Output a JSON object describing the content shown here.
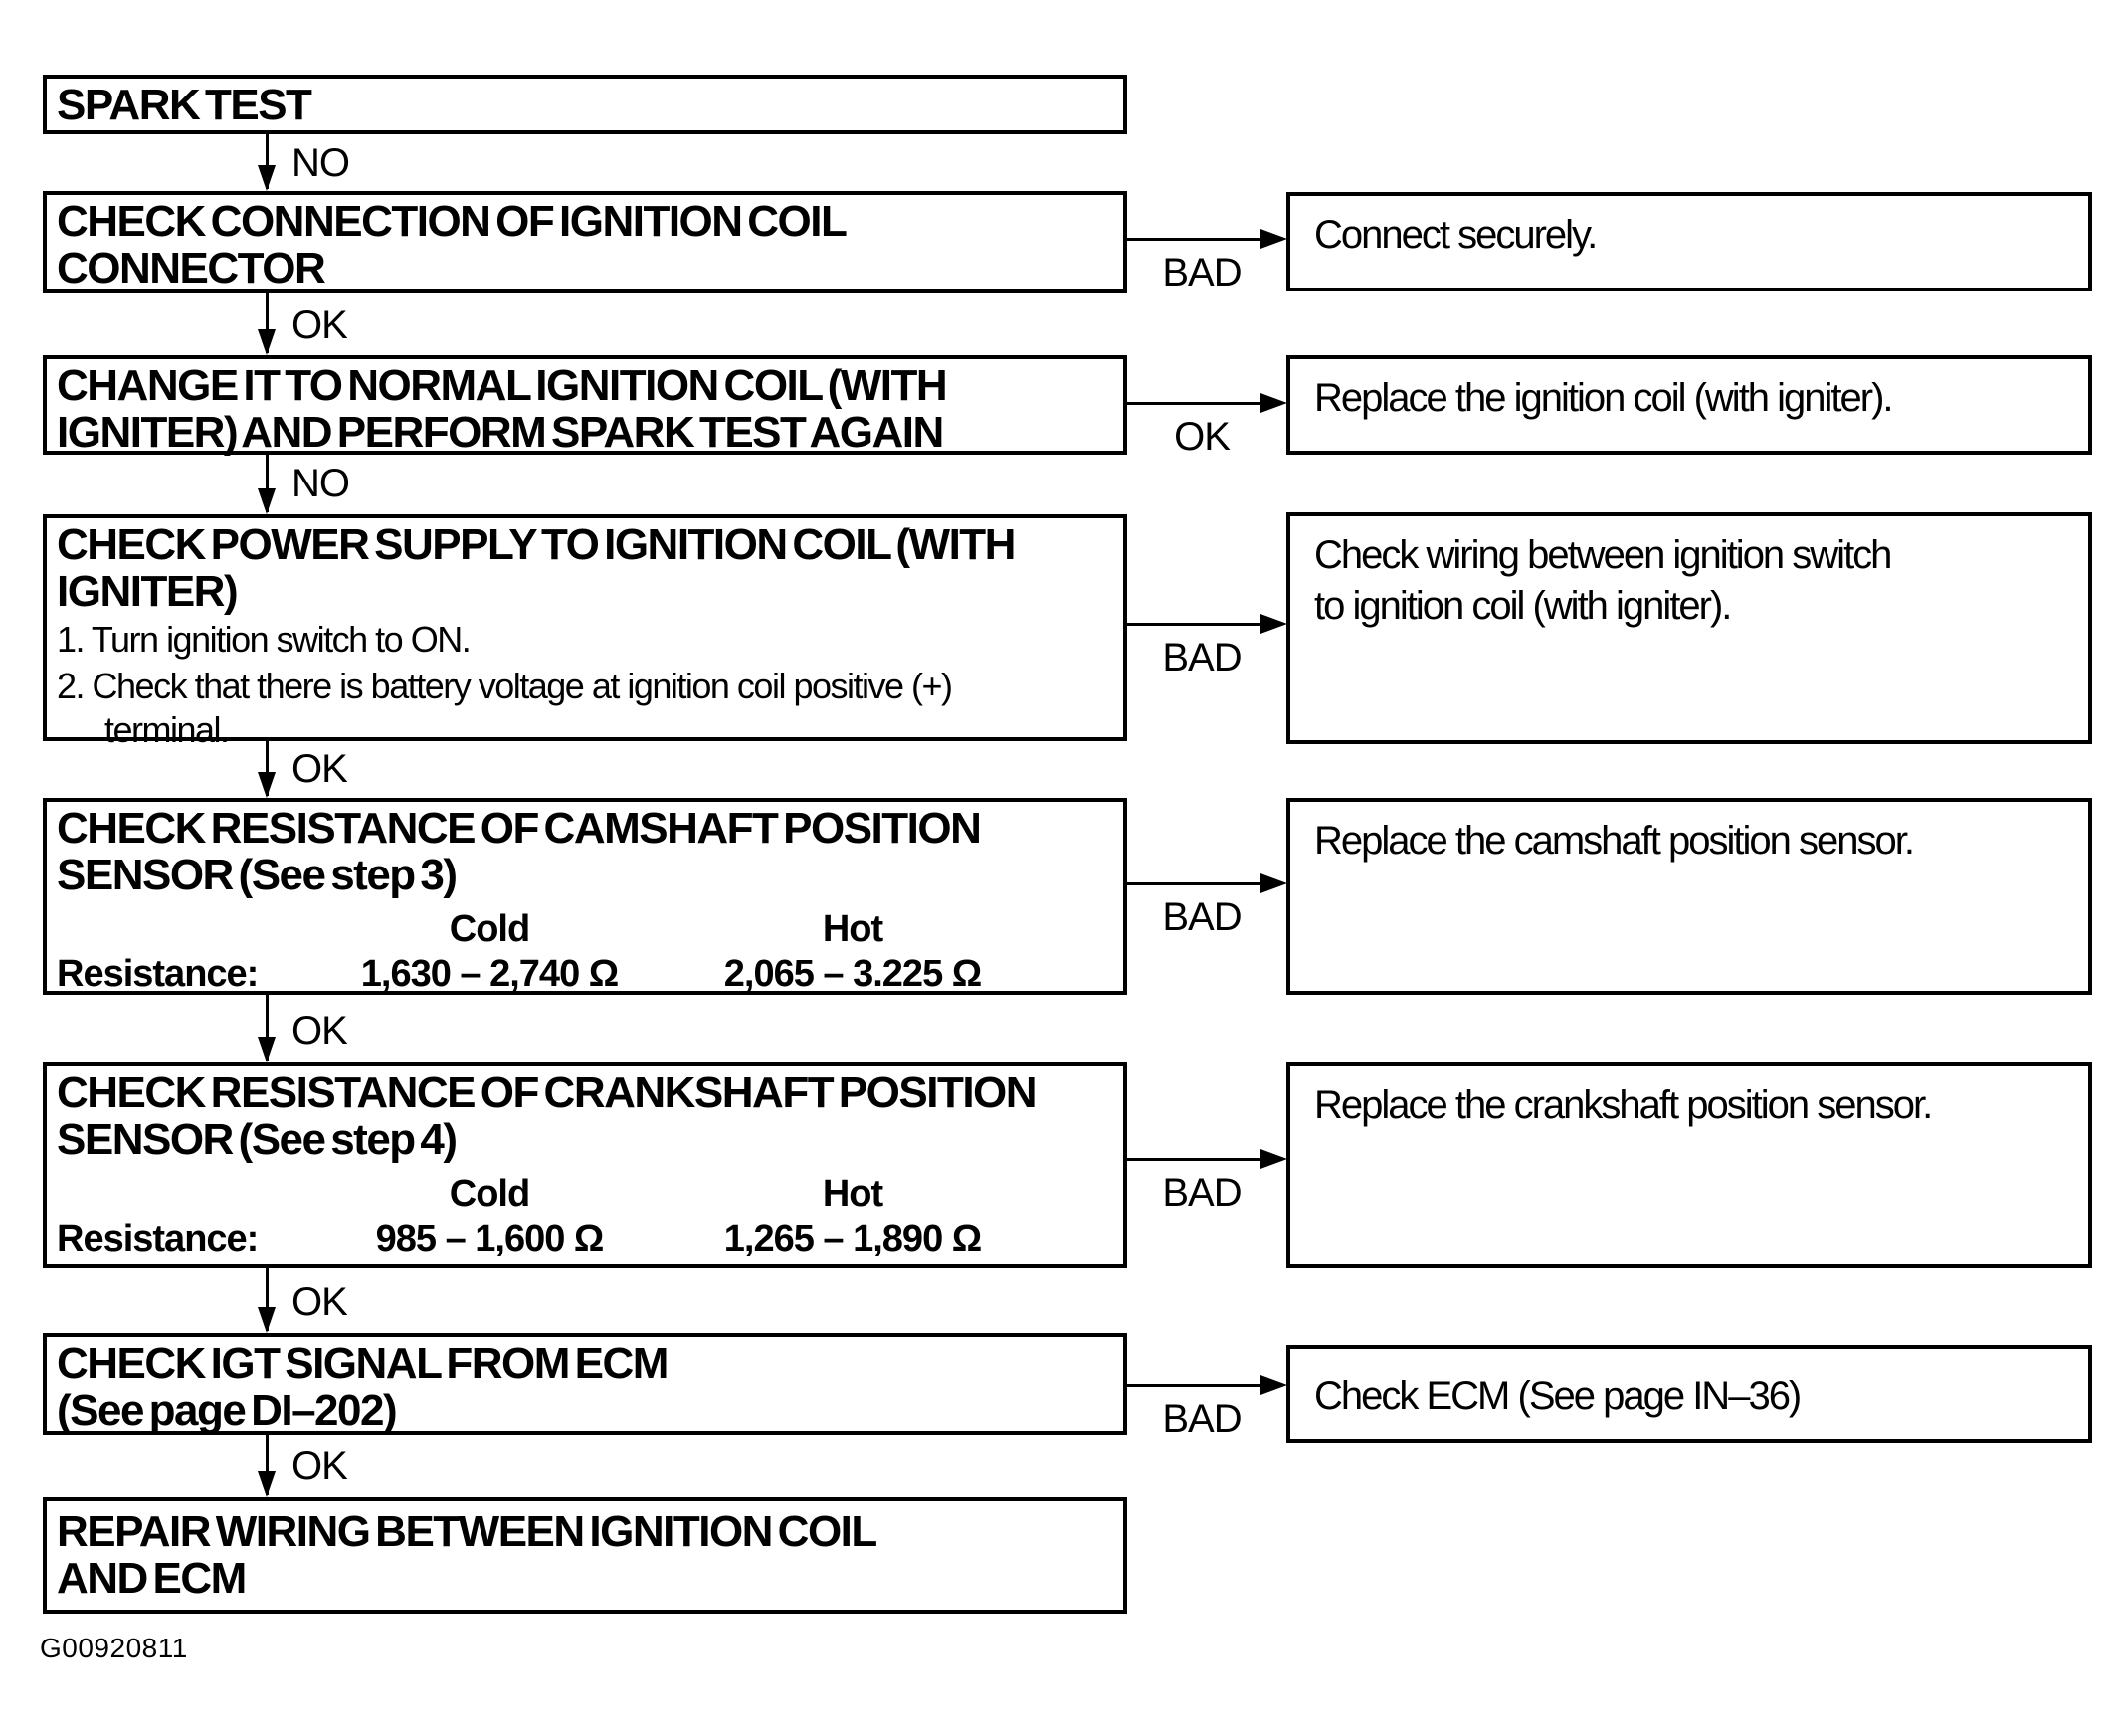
{
  "colors": {
    "ink": "#000000",
    "paper": "#ffffff"
  },
  "flow": {
    "steps": [
      {
        "title_lines": [
          "SPARK TEST"
        ]
      },
      {
        "title_lines": [
          "CHECK CONNECTION OF IGNITION COIL",
          "CONNECTOR"
        ]
      },
      {
        "title_lines": [
          "CHANGE IT TO NORMAL IGNITION COIL (WITH",
          "IGNITER) AND PERFORM SPARK TEST AGAIN"
        ]
      },
      {
        "title_lines": [
          "CHECK POWER SUPPLY TO IGNITION COIL (WITH",
          "IGNITER)"
        ],
        "body_lines": [
          "1. Turn ignition switch to ON.",
          "2. Check that there is battery voltage at ignition coil positive (+)",
          "terminal."
        ]
      },
      {
        "title_lines": [
          "CHECK RESISTANCE OF CAMSHAFT POSITION",
          "SENSOR (See step 3)"
        ],
        "table": {
          "col1_header": "Cold",
          "col2_header": "Hot",
          "row_label": "Resistance:",
          "col1_value": "1,630 – 2,740 Ω",
          "col2_value": "2,065 – 3.225 Ω"
        }
      },
      {
        "title_lines": [
          "CHECK RESISTANCE OF CRANKSHAFT POSITION",
          "SENSOR (See step 4)"
        ],
        "table": {
          "col1_header": "Cold",
          "col2_header": "Hot",
          "row_label": "Resistance:",
          "col1_value": "985 – 1,600 Ω",
          "col2_value": "1,265 – 1,890 Ω"
        }
      },
      {
        "title_lines": [
          "CHECK IGT SIGNAL FROM ECM",
          "(See page DI–202)"
        ]
      },
      {
        "title_lines": [
          "REPAIR WIRING BETWEEN IGNITION COIL",
          "AND ECM"
        ]
      }
    ],
    "results": [
      {
        "text_lines": [
          "Connect securely."
        ]
      },
      {
        "text_lines": [
          "Replace the ignition coil (with igniter)."
        ]
      },
      {
        "text_lines": [
          "Check wiring between ignition switch",
          "to ignition coil (with igniter)."
        ]
      },
      {
        "text_lines": [
          "Replace the camshaft position sensor."
        ]
      },
      {
        "text_lines": [
          "Replace the crankshaft position sensor."
        ]
      },
      {
        "text_lines": [
          "Check ECM (See page IN–36)"
        ]
      }
    ],
    "down_arrow_labels": [
      "NO",
      "OK",
      "NO",
      "OK",
      "OK",
      "OK",
      "OK"
    ],
    "side_arrow_labels": [
      "BAD",
      "OK",
      "BAD",
      "BAD",
      "BAD",
      "BAD"
    ]
  },
  "footer": {
    "figure_code": "G00920811"
  }
}
